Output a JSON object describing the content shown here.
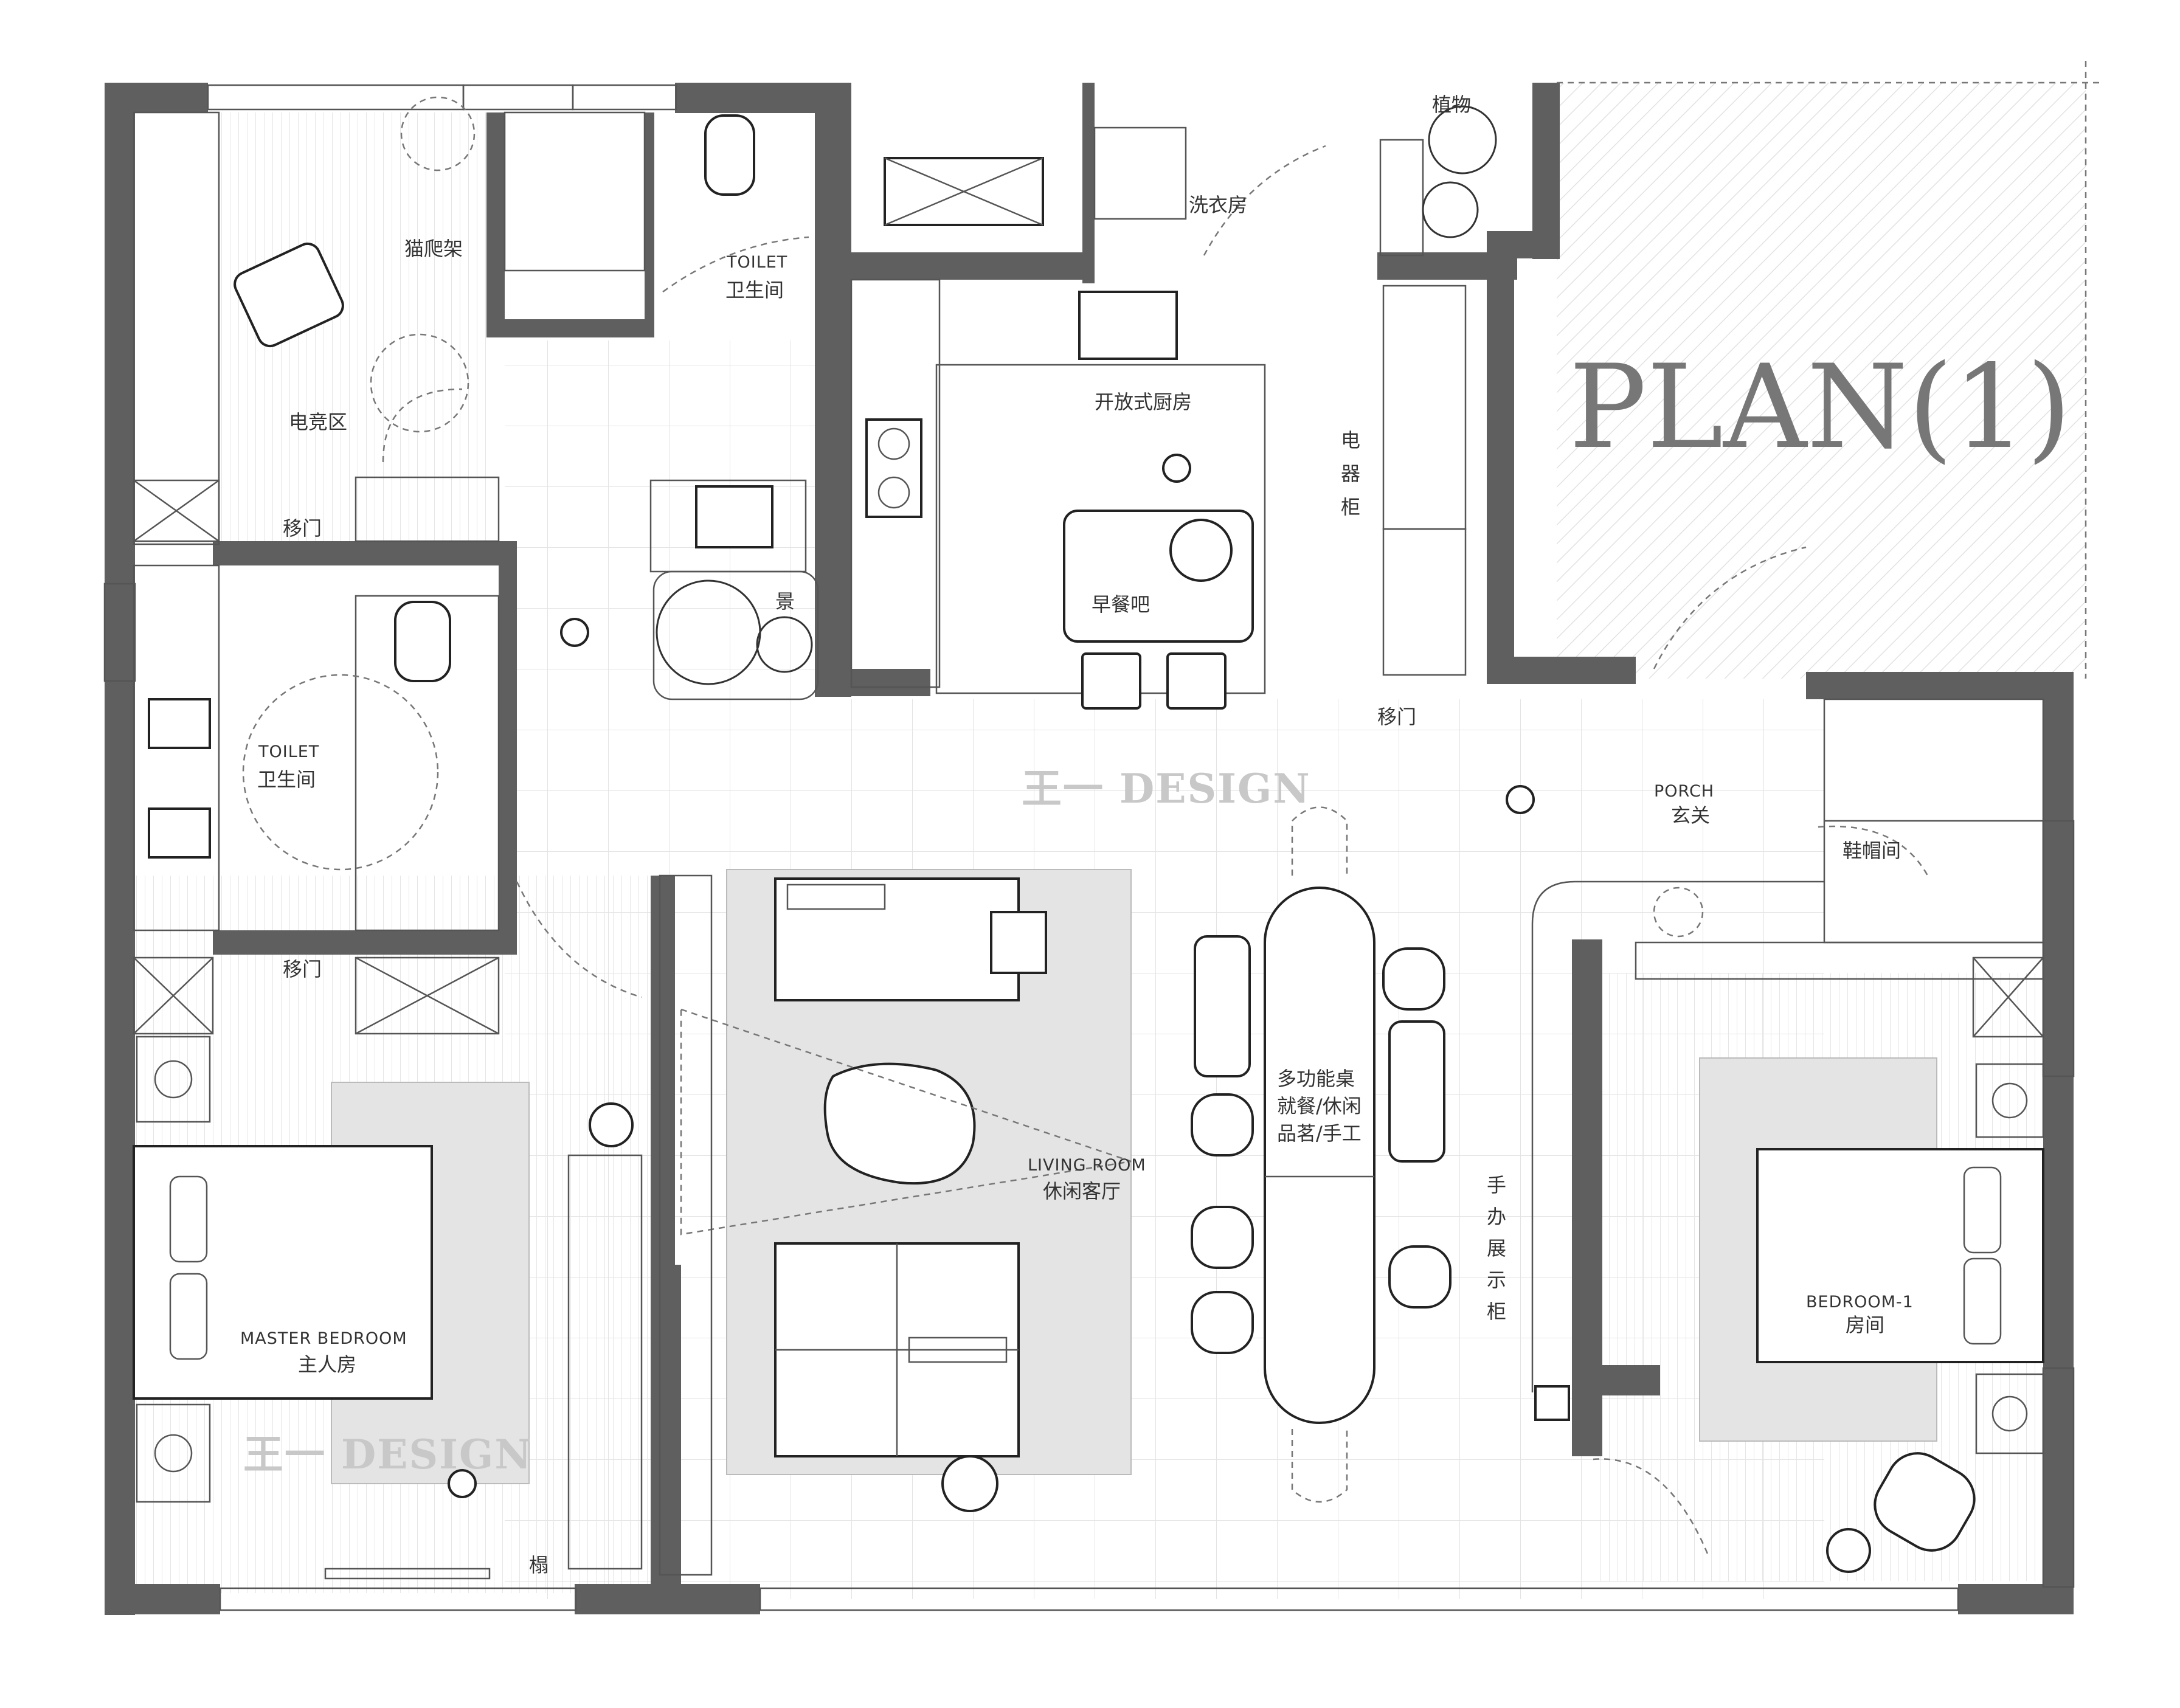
{
  "title": "PLAN(1)",
  "watermark": "王一 DESIGN",
  "rooms": {
    "cat_tree": "猫爬架",
    "gaming": "电竞区",
    "toilet_top_en": "TOILET",
    "toilet_top_cn": "卫生间",
    "laundry": "洗衣房",
    "plants": "植物",
    "kitchen": "开放式厨房",
    "appliance_cabinet": [
      "电",
      "器",
      "柜"
    ],
    "breakfast_bar": "早餐吧",
    "landscape": "景",
    "sliding_door_1": "移门",
    "sliding_door_2": "移门",
    "sliding_door_3": "移门",
    "toilet_left_en": "TOILET",
    "toilet_left_cn": "卫生间",
    "porch_en": "PORCH",
    "porch_cn": "玄关",
    "shoe_room": "鞋帽间",
    "multi_table_1": "多功能桌",
    "multi_table_2": "就餐/休闲",
    "multi_table_3": "品茗/手工",
    "living_en": "LIVING ROOM",
    "living_cn": "休闲客厅",
    "figure_cabinet": [
      "手",
      "办",
      "展",
      "示",
      "柜"
    ],
    "master_en": "MASTER BEDROOM",
    "master_cn": "主人房",
    "bedroom1_en": "BEDROOM-1",
    "bedroom1_cn": "房间",
    "tatami": "榻"
  },
  "colors": {
    "wall": "#5f5f5f",
    "rug": "#e4e4e4",
    "title": "#777777",
    "watermark": "#c8c8c8"
  }
}
